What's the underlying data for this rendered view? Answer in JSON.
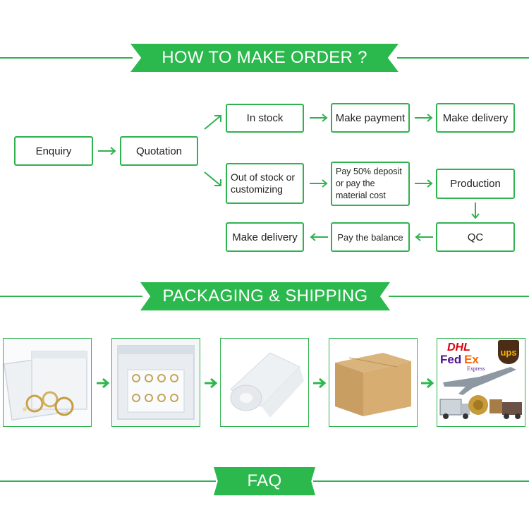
{
  "sections": {
    "order_title": "HOW TO MAKE ORDER ?",
    "packaging_title": "PACKAGING & SHIPPING",
    "faq_title": "FAQ"
  },
  "flow": {
    "enquiry": "Enquiry",
    "quotation": "Quotation",
    "in_stock": "In stock",
    "make_payment": "Make payment",
    "make_delivery_top": "Make delivery",
    "out_of_stock": "Out of stock or customizing",
    "deposit": "Pay 50% deposit or pay the material cost",
    "production": "Production",
    "qc": "QC",
    "pay_balance": "Pay the balance",
    "make_delivery_bottom": "Make delivery"
  },
  "packaging": {
    "logos": {
      "dhl": "DHL",
      "fedex_fed": "Fed",
      "fedex_ex": "Ex",
      "fedex_express": "Express",
      "ups": "ups"
    }
  },
  "colors": {
    "accent": "#2bb84d",
    "accent_dark": "#1b8e37",
    "box_border": "#2fb24f"
  },
  "icons": [
    "arrow-right-icon",
    "arrow-up-right-icon",
    "arrow-down-right-icon",
    "arrow-down-icon",
    "arrow-left-icon"
  ]
}
